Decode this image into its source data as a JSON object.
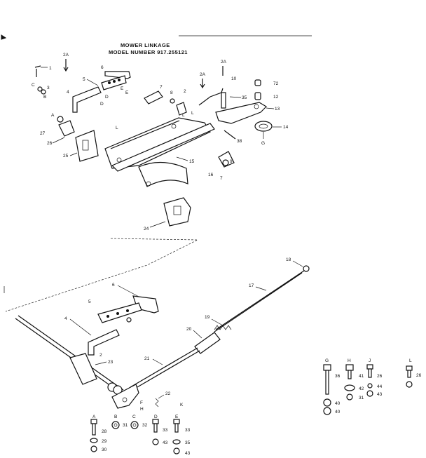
{
  "title": {
    "line1": "MOWER LINKAGE",
    "line2": "MODEL NUMBER 917.255121"
  },
  "callouts_upper": [
    "1",
    "2A",
    "3",
    "5",
    "6",
    "4",
    "C",
    "B",
    "A",
    "27",
    "26",
    "25",
    "7",
    "8",
    "2",
    "L",
    "2A",
    "10",
    "2A",
    "35",
    "72",
    "12",
    "13",
    "38",
    "14",
    "G",
    "15",
    "16",
    "9",
    "24",
    "E",
    "D"
  ],
  "callouts_lower": [
    "18",
    "17",
    "6",
    "5",
    "4",
    "2",
    "23",
    "19",
    "20",
    "21",
    "22",
    "K"
  ],
  "hardware": [
    {
      "letter": "A",
      "items": [
        "28",
        "29",
        "30"
      ]
    },
    {
      "letter": "B",
      "items": [
        "31"
      ]
    },
    {
      "letter": "C",
      "items": [
        "32"
      ]
    },
    {
      "letter": "D",
      "items": [
        "33",
        "43"
      ]
    },
    {
      "letter": "E",
      "items": [
        "33",
        "35",
        "43"
      ]
    },
    {
      "letter": "G",
      "items": [
        "36",
        "40",
        "40"
      ]
    },
    {
      "letter": "H",
      "items": [
        "41",
        "42",
        "31"
      ]
    },
    {
      "letter": "J",
      "items": [
        "26",
        "44",
        "43"
      ]
    },
    {
      "letter": "L",
      "items": [
        "26"
      ]
    }
  ],
  "letter_tags": [
    "E",
    "D",
    "C",
    "L",
    "L",
    "L",
    "F",
    "H"
  ]
}
